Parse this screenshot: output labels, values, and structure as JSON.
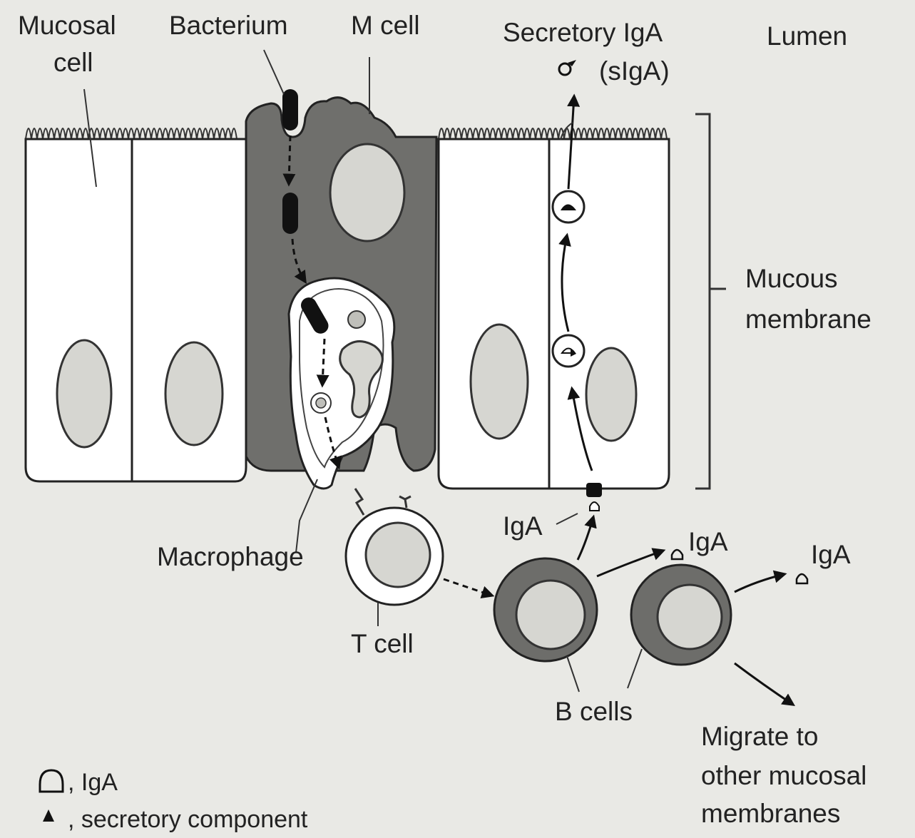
{
  "labels": {
    "mucosal_cell": [
      "Mucosal",
      "cell"
    ],
    "bacterium": "Bacterium",
    "m_cell": "M cell",
    "secretory_iga": [
      "Secretory IgA",
      "(sIgA)"
    ],
    "lumen": "Lumen",
    "mucous_membrane": [
      "Mucous",
      "membrane"
    ],
    "macrophage": "Macrophage",
    "t_cell": "T cell",
    "b_cells": "B cells",
    "iga_near_membrane": "IgA",
    "iga_b1": "IgA",
    "iga_b2": "IgA",
    "migrate": [
      "Migrate to",
      "other mucosal",
      "membranes"
    ]
  },
  "legend": {
    "iga": ", IgA",
    "secretory_component": ", secretory component"
  },
  "colors": {
    "background": "#e9e9e5",
    "m_cell_fill": "#6f6f6c",
    "b_cell_fill": "#6d6d6a",
    "nucleus_fill": "#d6d6d1",
    "bacterium_fill": "#111111"
  }
}
